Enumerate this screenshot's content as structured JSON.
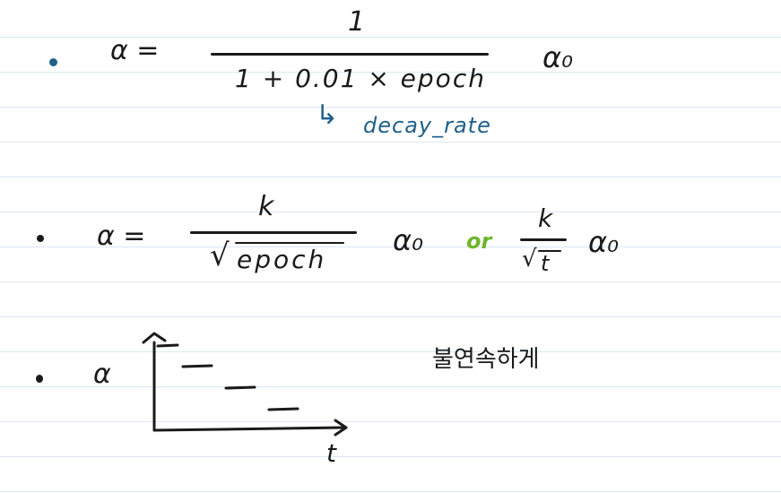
{
  "colors": {
    "ink": "#1a1a1a",
    "blue_ink": "#1f5f8b",
    "green_ink": "#6fb52c",
    "ruled_line": "#dbe7f2"
  },
  "formula1": {
    "lhs": "α =",
    "numerator": "1",
    "denominator": "1 + 0.01 × epoch",
    "factor": "α₀",
    "annotation_arrow": "↳",
    "annotation": "decay_rate"
  },
  "formula2": {
    "lhs": "α =",
    "numerator": "k",
    "denominator": "epoch",
    "factor": "α₀",
    "connector": "or",
    "alt_numerator": "k",
    "alt_denominator": "t",
    "alt_factor": "α₀"
  },
  "formula3": {
    "lhs": "α",
    "x_axis_label": "t",
    "note": "불연속하게",
    "steps": [
      {
        "level": 3
      },
      {
        "level": 2
      },
      {
        "level": 1
      }
    ]
  }
}
